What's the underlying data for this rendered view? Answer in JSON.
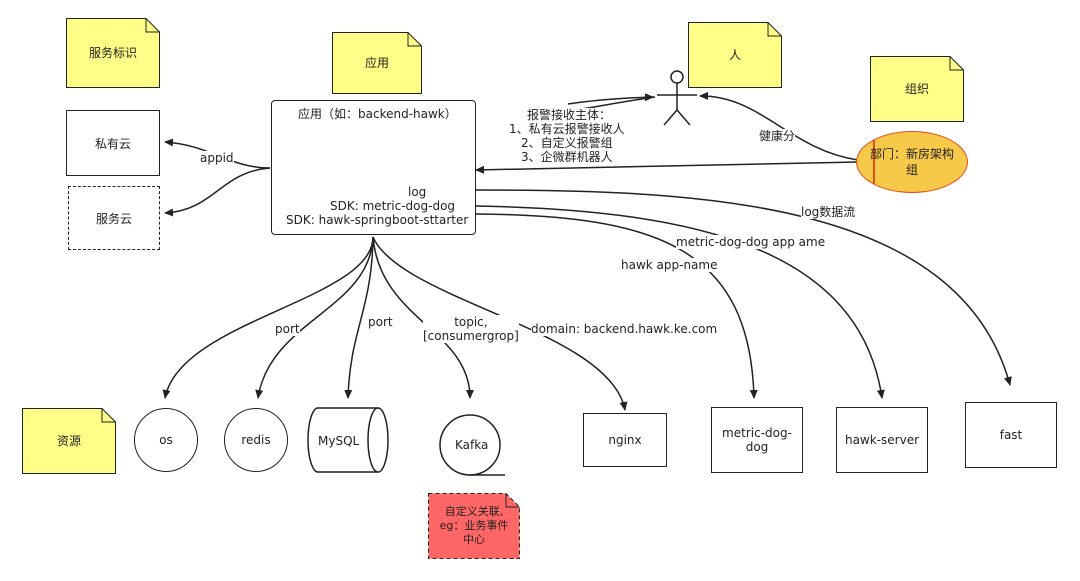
{
  "notes": {
    "service_id": "服务标识",
    "app": "应用",
    "person": "人",
    "org": "组织",
    "resource": "资源",
    "custom": "自定义关联,\neg：业务事件\n中心"
  },
  "app_box": {
    "title": "应用（如：backend-hawk）",
    "log": "log",
    "sdk1": "SDK: metric-dog-dog",
    "sdk2": "SDK: hawk-springboot-sttarter"
  },
  "clouds": {
    "private": "私有云",
    "service": "服务云"
  },
  "dept": "部门：新房架构\n组",
  "edge_labels": {
    "appid": "appid",
    "alert_title": "报警接收主体：",
    "alert_1": "1、私有云报警接收人",
    "alert_2": "2、自定义报警组",
    "alert_3": "3、企微群机器人",
    "health": "健康分",
    "log_stream": "log数据流",
    "metric_app": "metric-dog-dog app ame",
    "hawk_app": "hawk app-name",
    "port1": "port",
    "port2": "port",
    "topic": "topic,\n[consumergrop]",
    "domain": "domain: backend.hawk.ke.com"
  },
  "resources": {
    "os": "os",
    "redis": "redis",
    "mysql": "MySQL",
    "kafka": "Kafka",
    "nginx": "nginx",
    "metric": "metric-dog-\ndog",
    "hawk_server": "hawk-server",
    "fast": "fast"
  },
  "colors": {
    "note_yellow": "#ffff88",
    "note_red": "#ff6666",
    "dept_fill": "#f7c948",
    "dept_stroke": "#e64b1c"
  }
}
